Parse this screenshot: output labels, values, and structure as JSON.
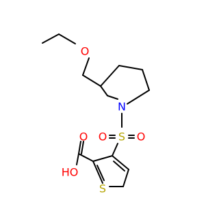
{
  "molecule": {
    "colors": {
      "bond": "#000000",
      "oxygen": "#ff0000",
      "nitrogen": "#0000ff",
      "sulfur": "#b3a300",
      "carbon": "#000000"
    },
    "atoms": {
      "ether_oxygen": "O",
      "ring_nitrogen": "N",
      "sulfonyl_sulfur": "S",
      "sulfonyl_oxygen_left": "O",
      "sulfonyl_oxygen_right": "O",
      "thiophene_sulfur": "S",
      "carbonyl_oxygen": "O",
      "hydroxyl": "HO"
    }
  }
}
